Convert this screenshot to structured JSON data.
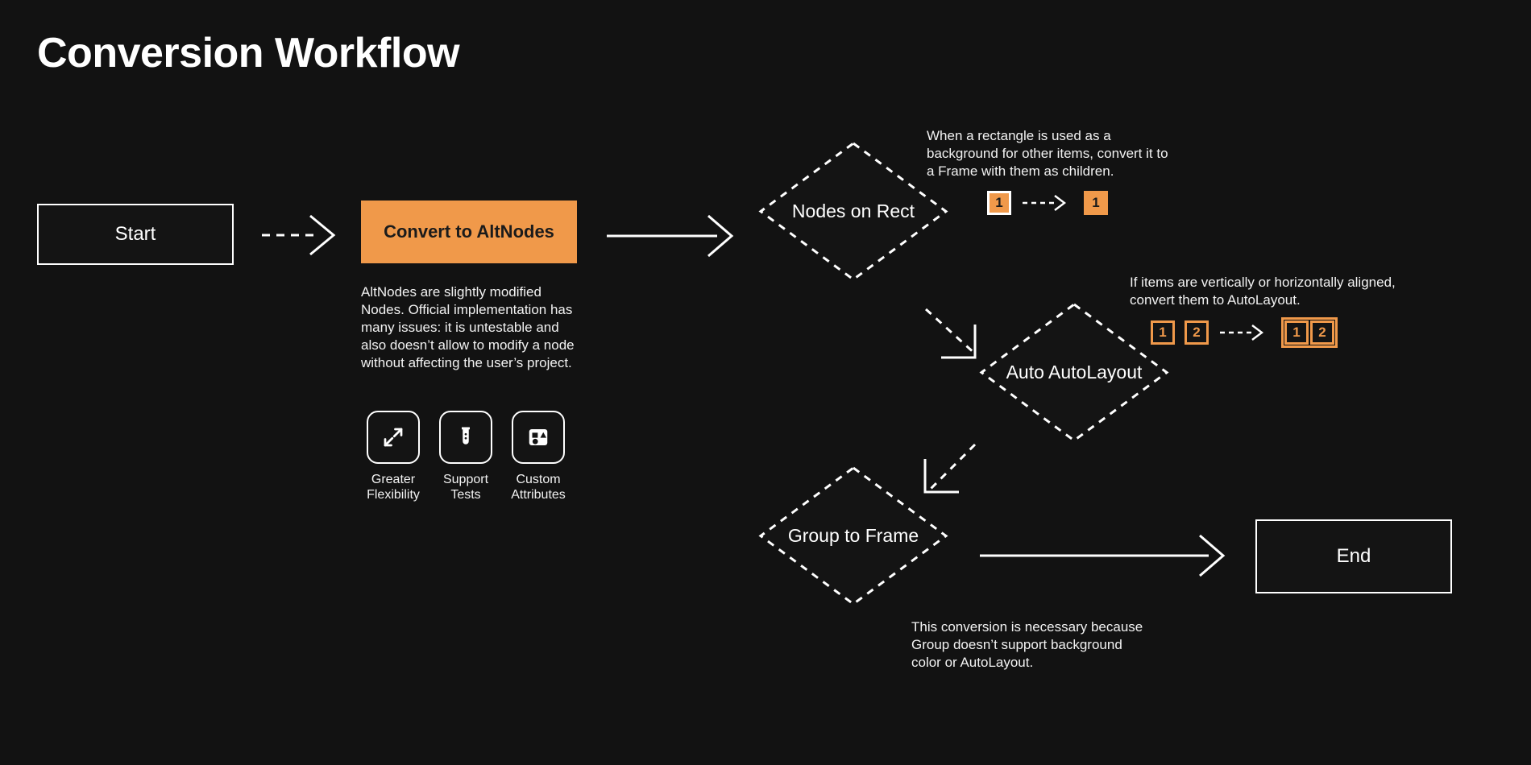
{
  "page": {
    "title": "Conversion Workflow",
    "background_color": "#121212",
    "accent_color": "#f0994a",
    "text_color": "#ffffff"
  },
  "nodes": {
    "start": {
      "label": "Start",
      "shape": "rectangle"
    },
    "convert": {
      "label": "Convert to AltNodes",
      "shape": "rectangle",
      "fill": "#f0994a"
    },
    "nodes_on_rect": {
      "label": "Nodes on Rect",
      "shape": "diamond"
    },
    "auto_autolayout": {
      "label": "Auto AutoLayout",
      "shape": "diamond"
    },
    "group_to_frame": {
      "label": "Group to Frame",
      "shape": "diamond"
    },
    "end": {
      "label": "End",
      "shape": "rectangle"
    }
  },
  "convert_description": "AltNodes are slightly modified Nodes. Official implementation has many issues: it is untestable and also doesn’t allow to modify a node without affecting the user’s project.",
  "features": [
    {
      "icon": "expand-arrows-icon",
      "label": "Greater Flexibility"
    },
    {
      "icon": "test-tube-icon",
      "label": "Support Tests"
    },
    {
      "icon": "shapes-icon",
      "label": "Custom Attributes"
    }
  ],
  "annotations": {
    "nodes_on_rect": "When a rectangle is used as a background for other items, convert it to a Frame with them as children.",
    "auto_autolayout": "If items are vertically or horizontally aligned, convert them to AutoLayout.",
    "group_to_frame": "This conversion is necessary because Group doesn’t support background color or AutoLayout."
  },
  "badge_examples": {
    "nodes_on_rect": {
      "before": [
        {
          "text": "1",
          "style": "solid-outlined"
        }
      ],
      "after": [
        {
          "text": "1",
          "style": "solid"
        }
      ],
      "connector": "dashed-arrow"
    },
    "auto_autolayout": {
      "before": [
        {
          "text": "1",
          "style": "outline"
        },
        {
          "text": "2",
          "style": "outline"
        }
      ],
      "after": [
        {
          "text": "1",
          "style": "outline"
        },
        {
          "text": "2",
          "style": "outline"
        }
      ],
      "after_framed": true,
      "connector": "dashed-arrow"
    }
  },
  "connectors": [
    {
      "from": "start",
      "to": "convert",
      "style": "dashed"
    },
    {
      "from": "convert",
      "to": "nodes_on_rect",
      "style": "solid"
    },
    {
      "from": "nodes_on_rect",
      "to": "auto_autolayout",
      "style": "dashed-diagonal"
    },
    {
      "from": "auto_autolayout",
      "to": "group_to_frame",
      "style": "dashed-diagonal"
    },
    {
      "from": "group_to_frame",
      "to": "end",
      "style": "solid"
    }
  ]
}
